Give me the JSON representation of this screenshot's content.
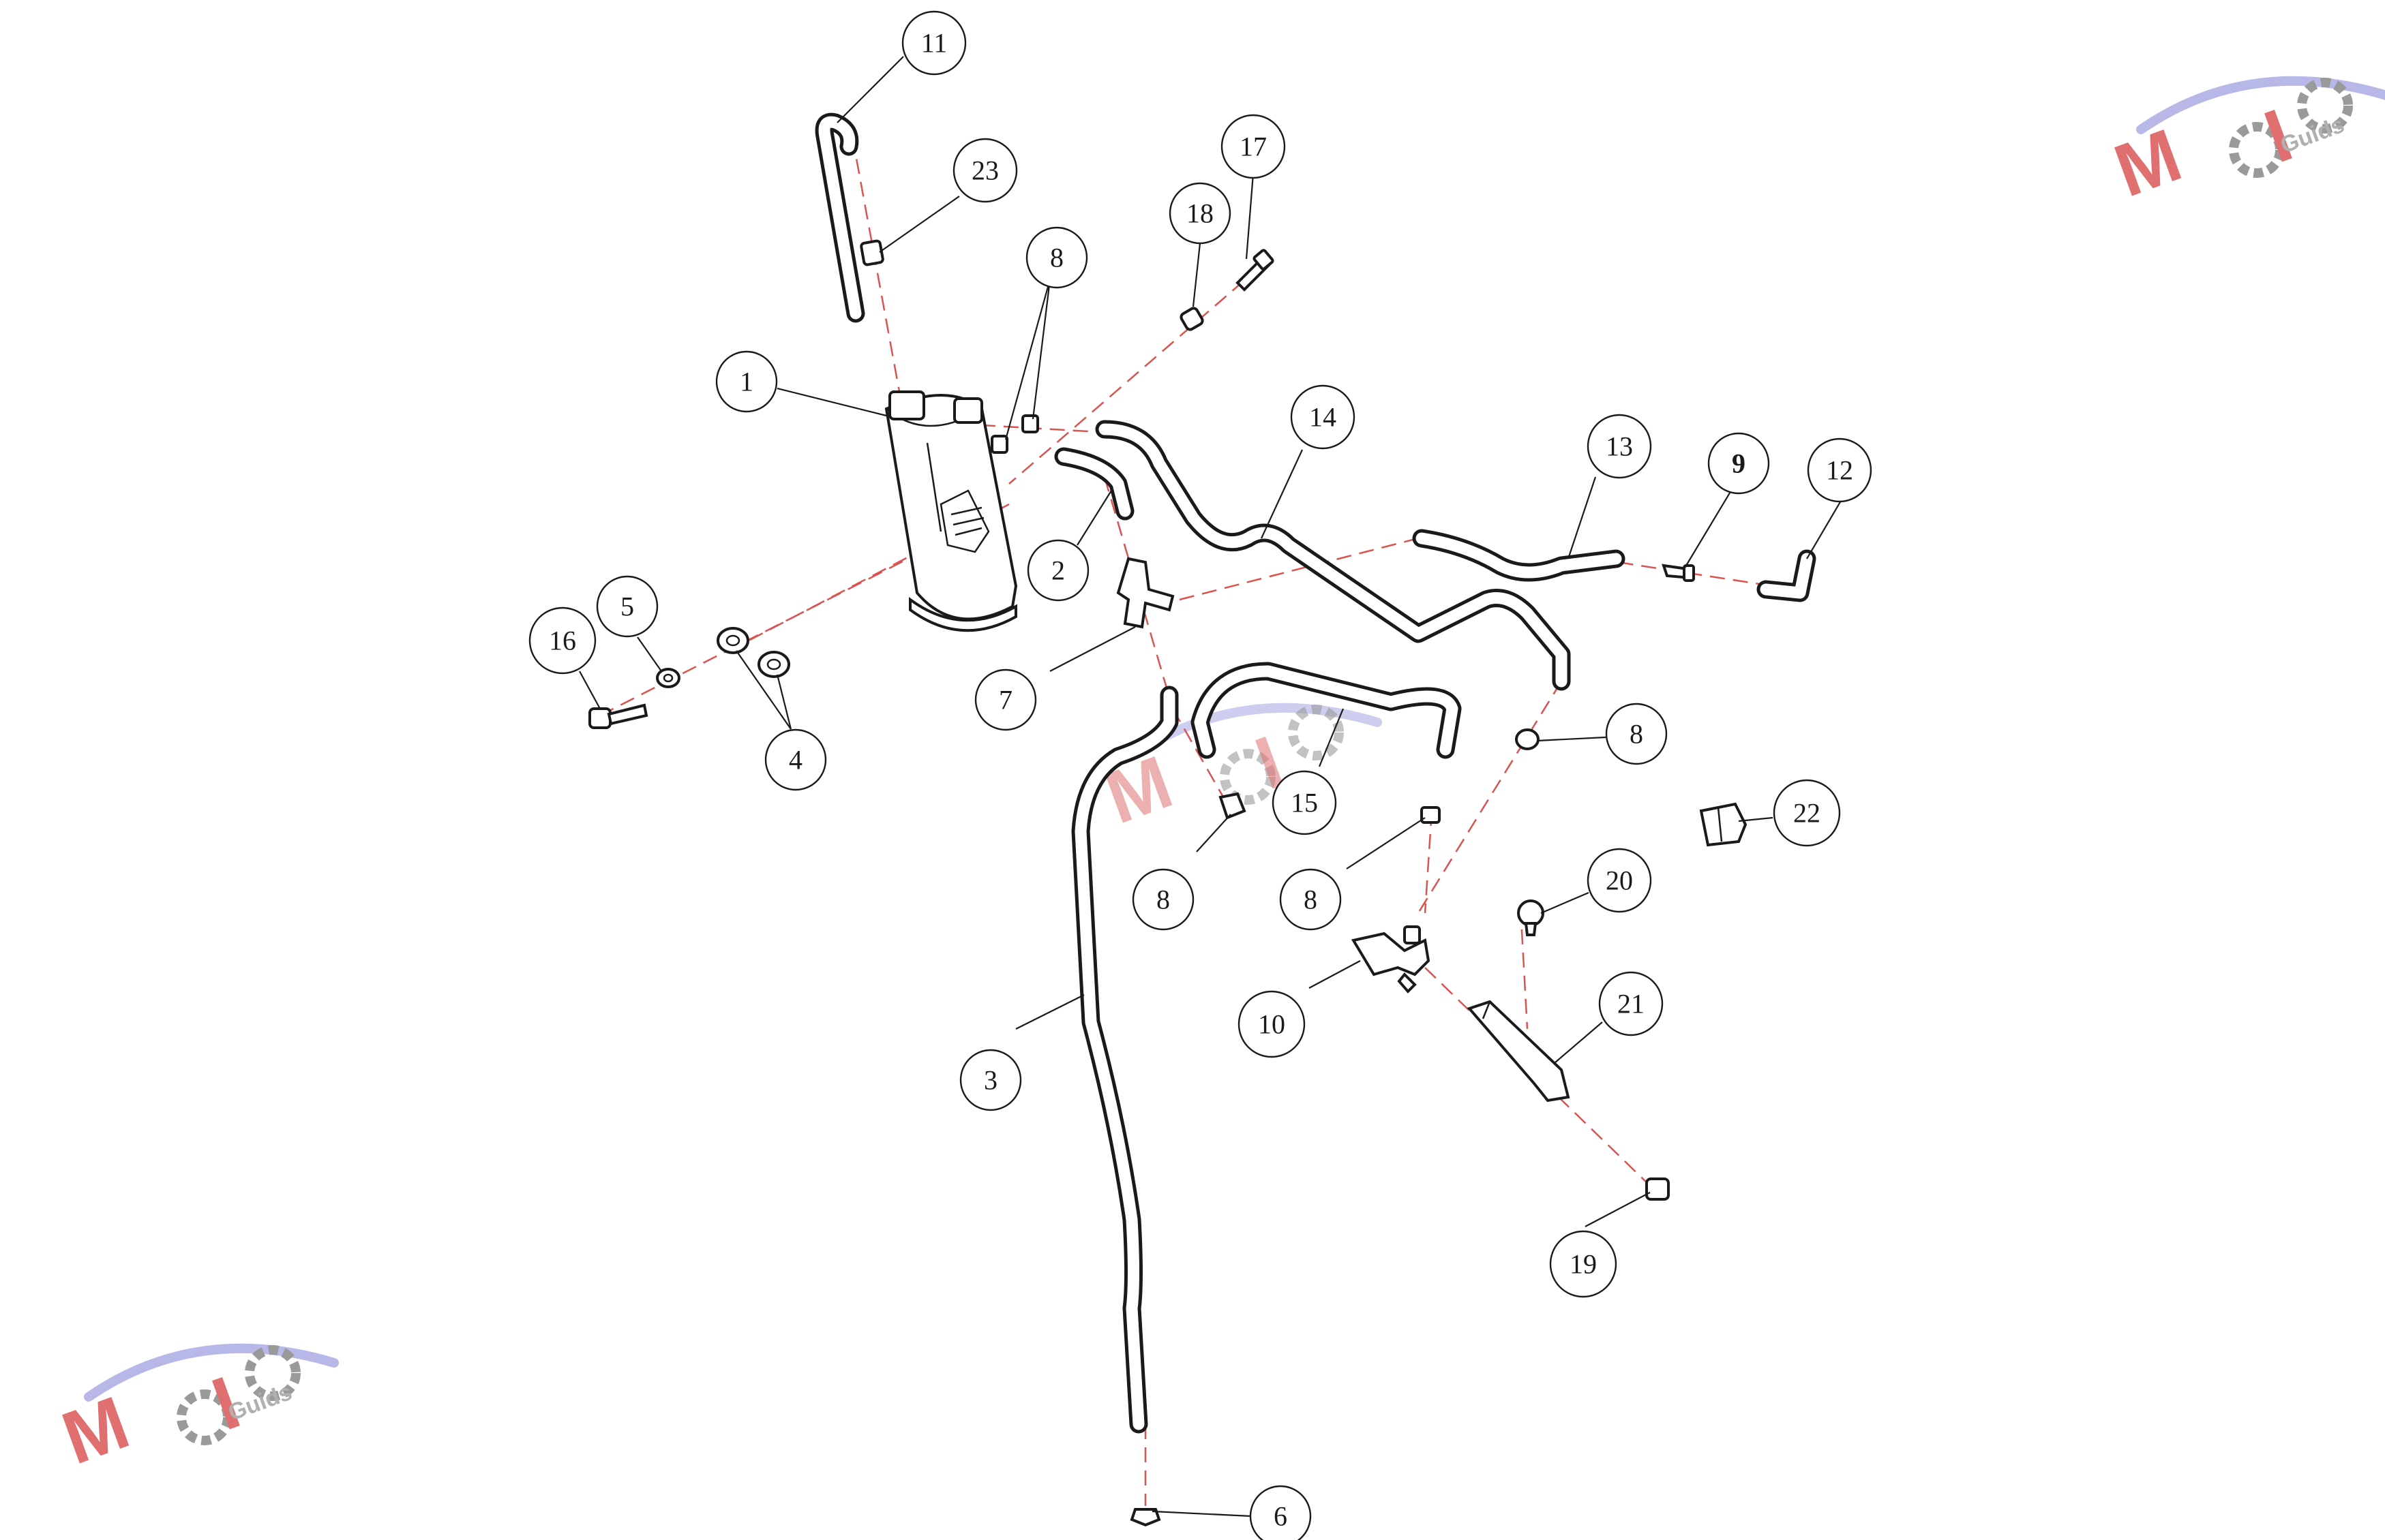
{
  "callouts": [
    {
      "id": "c11",
      "label": "11"
    },
    {
      "id": "c23",
      "label": "23"
    },
    {
      "id": "c8a",
      "label": "8"
    },
    {
      "id": "c18",
      "label": "18"
    },
    {
      "id": "c17",
      "label": "17"
    },
    {
      "id": "c1",
      "label": "1"
    },
    {
      "id": "c14",
      "label": "14"
    },
    {
      "id": "c13",
      "label": "13"
    },
    {
      "id": "c9",
      "label": "9"
    },
    {
      "id": "c12",
      "label": "12"
    },
    {
      "id": "c2",
      "label": "2"
    },
    {
      "id": "c5",
      "label": "5"
    },
    {
      "id": "c16",
      "label": "16"
    },
    {
      "id": "c4",
      "label": "4"
    },
    {
      "id": "c7",
      "label": "7"
    },
    {
      "id": "c8b",
      "label": "8"
    },
    {
      "id": "c15",
      "label": "15"
    },
    {
      "id": "c22",
      "label": "22"
    },
    {
      "id": "c8c",
      "label": "8"
    },
    {
      "id": "c8d",
      "label": "8"
    },
    {
      "id": "c20",
      "label": "20"
    },
    {
      "id": "c21",
      "label": "21"
    },
    {
      "id": "c10",
      "label": "10"
    },
    {
      "id": "c3",
      "label": "3"
    },
    {
      "id": "c19",
      "label": "19"
    },
    {
      "id": "c6",
      "label": "6"
    }
  ],
  "watermark": {
    "brand": "MOTO",
    "sub": "Guids"
  },
  "colors": {
    "line": "#1a1a1a",
    "dash": "#d9534f",
    "watermark_red": "#e07070",
    "watermark_blue": "#b8b8e8",
    "watermark_grey": "#9a9a9a"
  }
}
